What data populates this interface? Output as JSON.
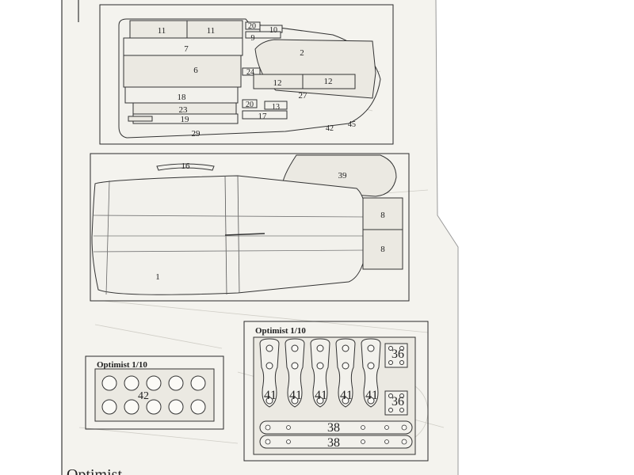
{
  "sheet": {
    "top_panel_labels": [
      "11",
      "11",
      "7",
      "6",
      "18",
      "23",
      "19",
      "29",
      "20",
      "10",
      "9",
      "2",
      "24",
      "12",
      "12",
      "27",
      "20",
      "13",
      "17",
      "45",
      "42"
    ],
    "middle_panel_labels": [
      "16",
      "39",
      "8",
      "8",
      "1"
    ],
    "left_card": {
      "title": "Optimist 1/10",
      "label": "42"
    },
    "right_card": {
      "title": "Optimist 1/10",
      "labels_41": [
        "41",
        "41",
        "41",
        "41",
        "41"
      ],
      "labels_36": [
        "36",
        "36"
      ],
      "labels_38": [
        "38",
        "38"
      ]
    },
    "footer_title": "Optimist",
    "colors": {
      "paper": "#f4f3ee",
      "ink": "#222222",
      "part_fill": "#f2f1ec"
    }
  }
}
